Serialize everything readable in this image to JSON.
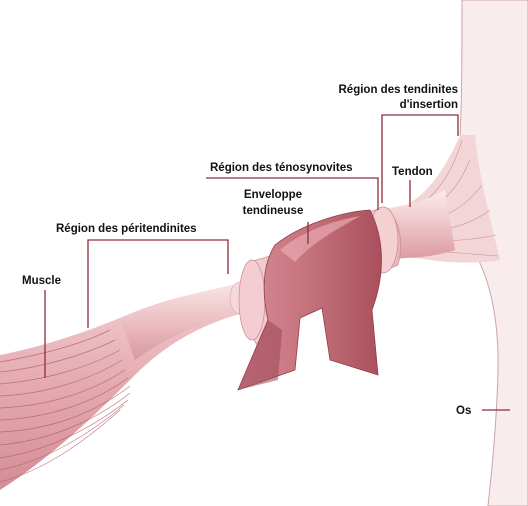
{
  "labels": {
    "muscle": "Muscle",
    "peritendinites": "Région des péritendinites",
    "tenosynovites": "Région des ténosynovites",
    "insertion_line1": "Région des tendinites",
    "insertion_line2": "d'insertion",
    "tendon": "Tendon",
    "envelope_line1": "Enveloppe",
    "envelope_line2": "tendineuse",
    "bone": "Os"
  },
  "colors": {
    "tissue_light": "#f3d9da",
    "tissue_mid": "#e2aeb3",
    "sheath": "#c4727c",
    "sheath_dark": "#9c4653",
    "fibers": "#b55d6a",
    "bone": "#f9ecec",
    "leader": "#8e2d3b",
    "outline": "#6b2a33"
  }
}
